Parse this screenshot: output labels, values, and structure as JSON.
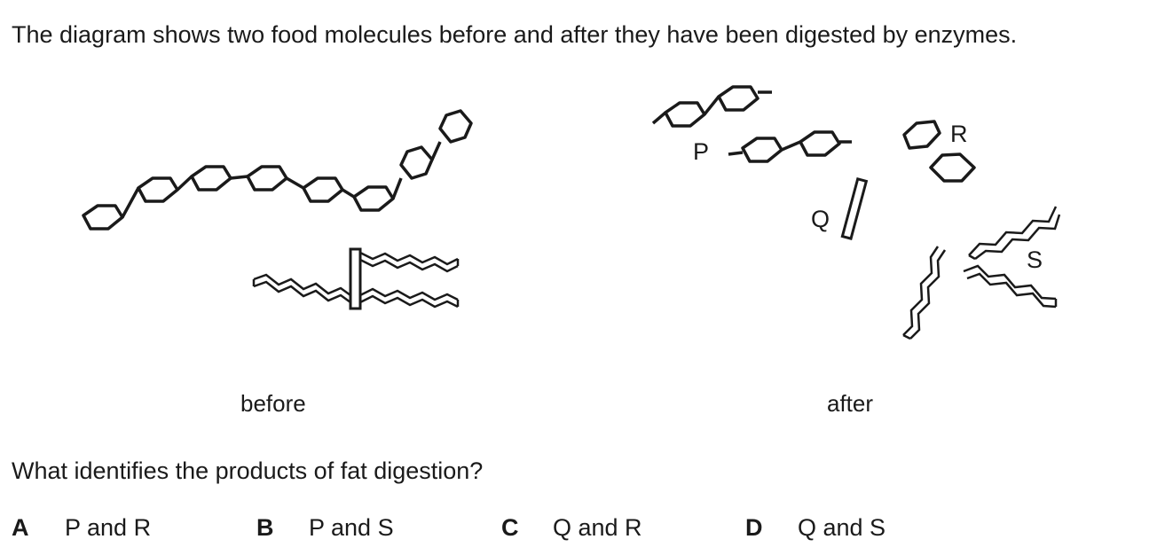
{
  "intro_text": "The diagram shows two food molecules before and after they have been digested by enzymes.",
  "diagram": {
    "caption_before": "before",
    "caption_after": "after",
    "labels": {
      "P": "P",
      "Q": "Q",
      "R": "R",
      "S": "S"
    }
  },
  "question": "What identifies the products of fat digestion?",
  "options": [
    {
      "letter": "A",
      "text": "P and R"
    },
    {
      "letter": "B",
      "text": "P and S"
    },
    {
      "letter": "C",
      "text": "Q and R"
    },
    {
      "letter": "D",
      "text": "Q and S"
    }
  ]
}
